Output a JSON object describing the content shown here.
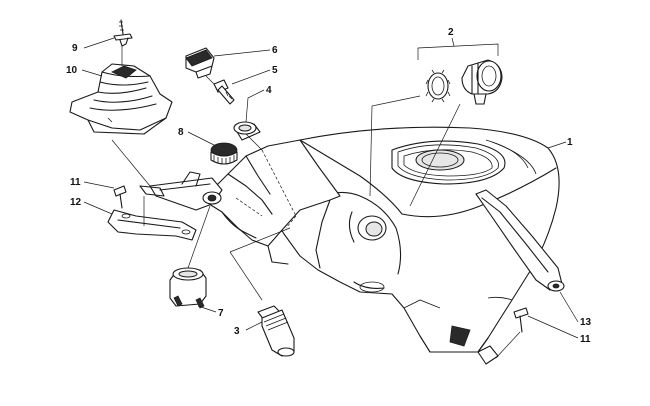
{
  "callouts": [
    {
      "id": "c1",
      "text": "1"
    },
    {
      "id": "c2",
      "text": "2"
    },
    {
      "id": "c3",
      "text": "3"
    },
    {
      "id": "c4",
      "text": "4"
    },
    {
      "id": "c5",
      "text": "5"
    },
    {
      "id": "c6",
      "text": "6"
    },
    {
      "id": "c7",
      "text": "7"
    },
    {
      "id": "c8",
      "text": "8"
    },
    {
      "id": "c9",
      "text": "9"
    },
    {
      "id": "c10",
      "text": "10"
    },
    {
      "id": "c11a",
      "text": "11"
    },
    {
      "id": "c11b",
      "text": "11"
    },
    {
      "id": "c12",
      "text": "12"
    },
    {
      "id": "c13",
      "text": "13"
    }
  ]
}
